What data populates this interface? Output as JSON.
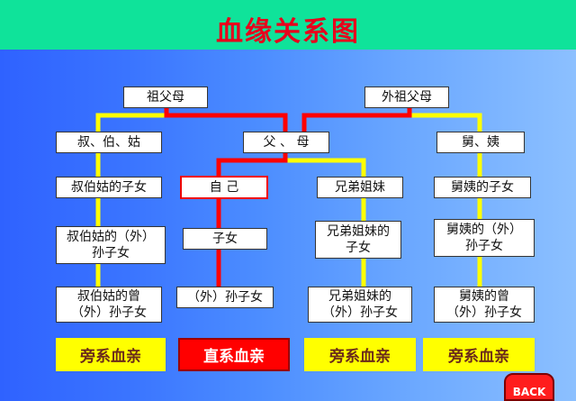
{
  "title": "血缘关系图",
  "nodes": {
    "grandparents": "祖父母",
    "maternal_grandparents": "外祖父母",
    "uncles_aunts_paternal": "叔、伯、姑",
    "parents": "父 、 母",
    "uncles_aunts_maternal": "舅、姨",
    "cousins_paternal": "叔伯姑的子女",
    "self": "自 己",
    "siblings": "兄弟姐妹",
    "cousins_maternal": "舅姨的子女",
    "cousins_paternal_grandkids": "叔伯姑的（外）孙子女",
    "children": "子女",
    "siblings_children": "兄弟姐妹的子女",
    "cousins_maternal_grandkids": "舅姨的（外）孙子女",
    "cousins_paternal_great": "叔伯姑的曾（外）孙子女",
    "grandchildren": "（外）孙子女",
    "siblings_grandchildren": "兄弟姐妹的（外）孙子女",
    "cousins_maternal_great": "舅姨的曾（外）孙子女"
  },
  "categories": {
    "side1": "旁系血亲",
    "direct": "直系血亲",
    "side2": "旁系血亲",
    "side3": "旁系血亲"
  },
  "nav": {
    "back_label": "BACK"
  },
  "colors": {
    "direct_line": "#ff0000",
    "collateral_line": "#ffff00",
    "header_bg": "#0fe39a",
    "title_color": "#e8001c"
  }
}
